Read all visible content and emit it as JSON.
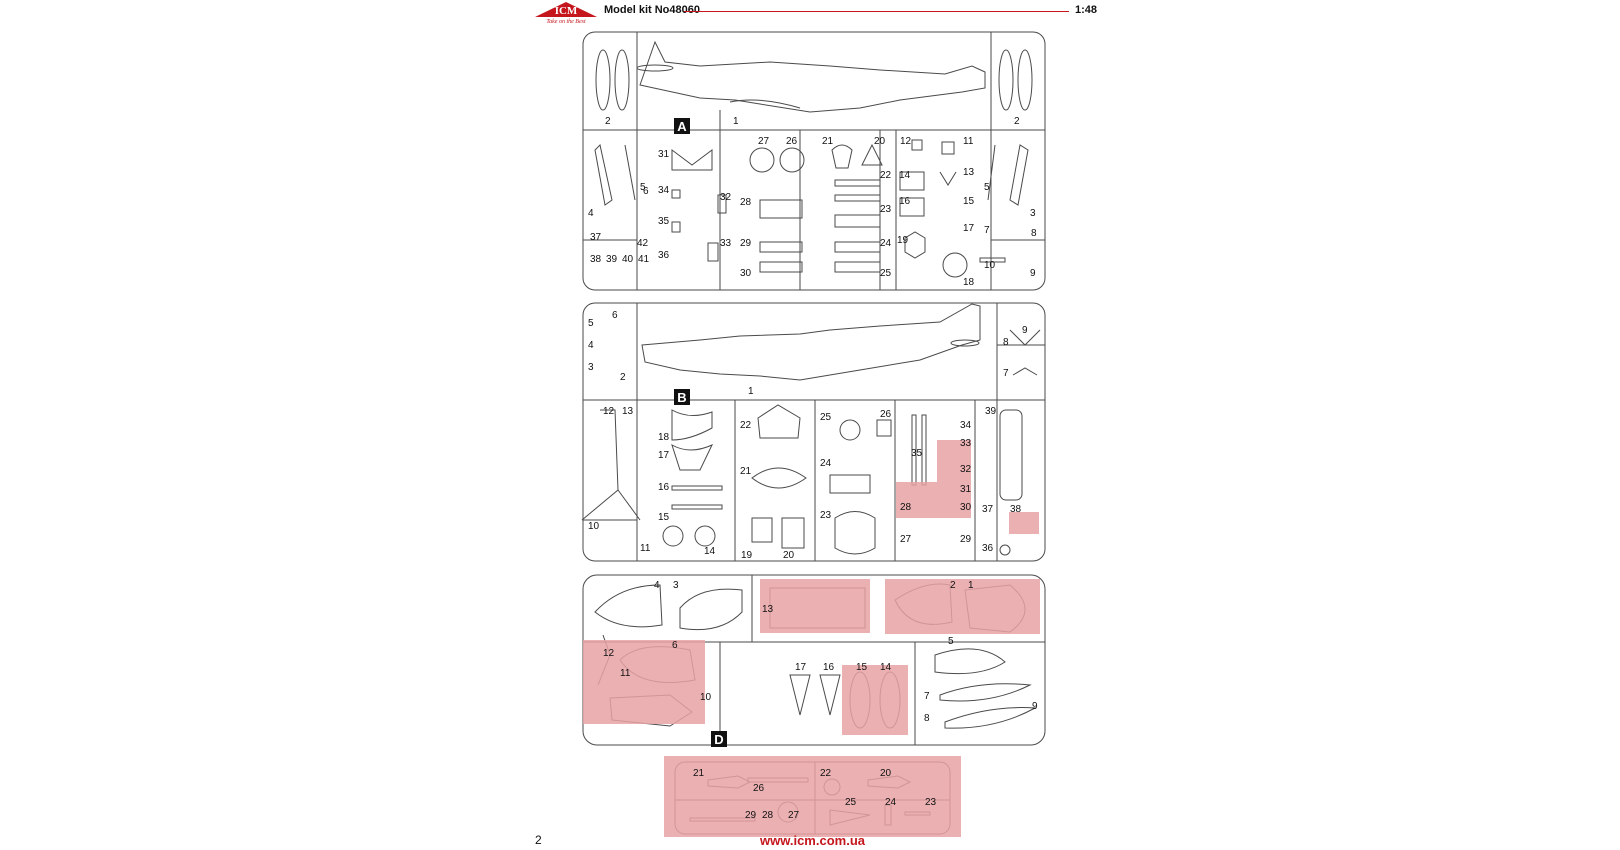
{
  "header": {
    "logo_text": "ICM",
    "logo_tagline": "Take on the Best",
    "title": "Model kit No48060",
    "scale": "1:48"
  },
  "sprues": [
    {
      "letter": "A",
      "parts": [
        "1",
        "2",
        "2",
        "3",
        "4",
        "5",
        "5",
        "6",
        "7",
        "8",
        "9",
        "10",
        "11",
        "12",
        "13",
        "14",
        "15",
        "16",
        "17",
        "18",
        "19",
        "20",
        "21",
        "22",
        "23",
        "24",
        "25",
        "26",
        "27",
        "28",
        "29",
        "30",
        "31",
        "32",
        "33",
        "34",
        "35",
        "36",
        "37",
        "38",
        "39",
        "40",
        "41",
        "42"
      ]
    },
    {
      "letter": "B",
      "parts": [
        "1",
        "2",
        "3",
        "4",
        "5",
        "6",
        "7",
        "8",
        "9",
        "10",
        "11",
        "12",
        "13",
        "14",
        "15",
        "16",
        "17",
        "18",
        "19",
        "20",
        "21",
        "22",
        "23",
        "24",
        "25",
        "26",
        "27",
        "28",
        "29",
        "30",
        "31",
        "32",
        "33",
        "34",
        "35",
        "36",
        "37",
        "38",
        "39"
      ]
    },
    {
      "letter": "",
      "parts": [
        "1",
        "2",
        "3",
        "4",
        "5",
        "6",
        "7",
        "8",
        "9",
        "10",
        "11",
        "12",
        "13",
        "14",
        "15",
        "16",
        "17"
      ]
    },
    {
      "letter": "D",
      "parts": [
        "20",
        "21",
        "22",
        "23",
        "24",
        "25",
        "26",
        "27",
        "28",
        "29"
      ]
    }
  ],
  "colors": {
    "brand_red": "#c4161c",
    "highlight": "#e8a2a5",
    "line": "#4a4a4a"
  },
  "footer": {
    "page_number": "2",
    "url": "www.icm.com.ua"
  }
}
